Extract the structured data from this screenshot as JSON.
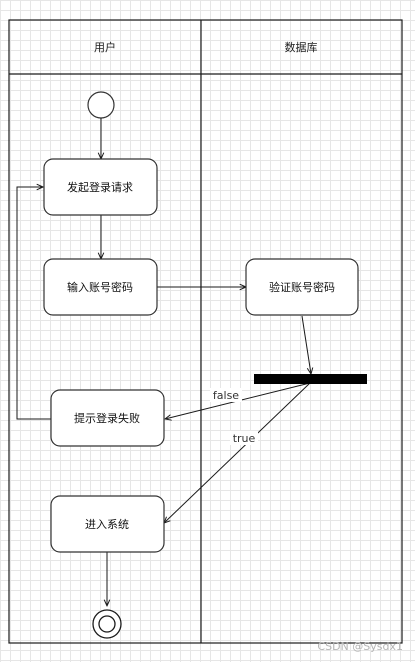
{
  "lanes": {
    "left_title": "用户",
    "right_title": "数据库"
  },
  "nodes": {
    "initiate_login": "发起登录请求",
    "enter_credentials": "输入账号密码",
    "verify_credentials": "验证账号密码",
    "login_failed": "提示登录失败",
    "enter_system": "进入系统"
  },
  "edges": {
    "false_label": "false",
    "true_label": "true"
  },
  "watermark": "CSDN @Sysdx1",
  "colors": {
    "line": "#1a1a1a",
    "node_border": "#333333",
    "node_fill": "#ffffff",
    "sync_bar": "#000000",
    "grid": "#e6e6e6"
  }
}
